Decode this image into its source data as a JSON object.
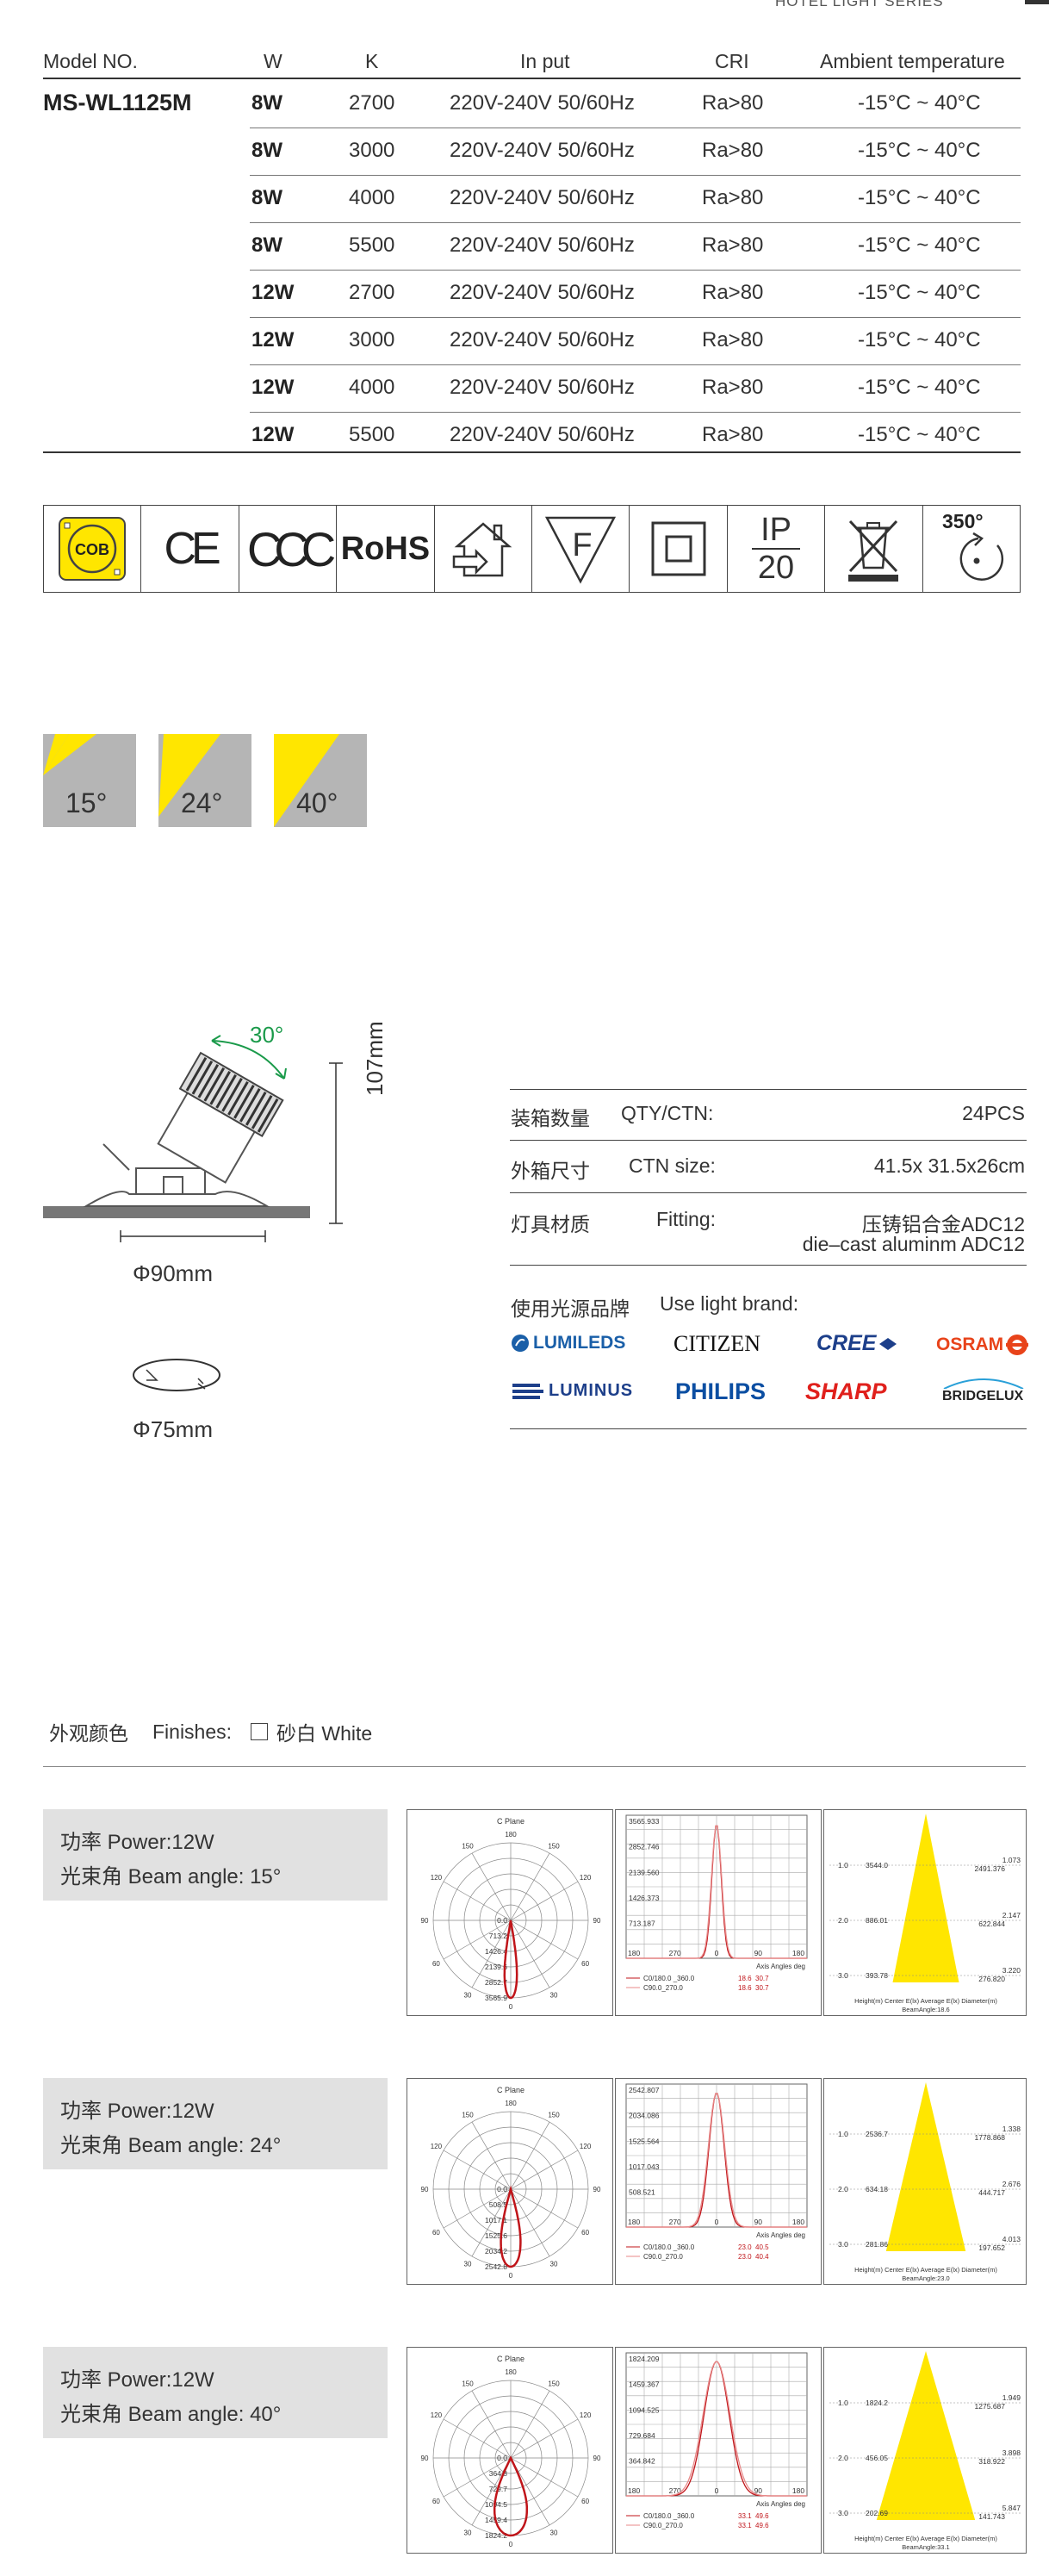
{
  "header": {
    "series": "HOTEL LIGHT SERIES"
  },
  "spec_table": {
    "columns": [
      "Model NO.",
      "W",
      "K",
      "In put",
      "CRI",
      "Ambient temperature"
    ],
    "model": "MS-WL1125M",
    "rows": [
      {
        "w": "8W",
        "k": "2700",
        "input": "220V-240V 50/60Hz",
        "cri": "Ra>80",
        "ambient": "-15°C ~ 40°C"
      },
      {
        "w": "8W",
        "k": "3000",
        "input": "220V-240V 50/60Hz",
        "cri": "Ra>80",
        "ambient": "-15°C ~ 40°C"
      },
      {
        "w": "8W",
        "k": "4000",
        "input": "220V-240V 50/60Hz",
        "cri": "Ra>80",
        "ambient": "-15°C ~ 40°C"
      },
      {
        "w": "8W",
        "k": "5500",
        "input": "220V-240V 50/60Hz",
        "cri": "Ra>80",
        "ambient": "-15°C ~ 40°C"
      },
      {
        "w": "12W",
        "k": "2700",
        "input": "220V-240V 50/60Hz",
        "cri": "Ra>80",
        "ambient": "-15°C ~ 40°C"
      },
      {
        "w": "12W",
        "k": "3000",
        "input": "220V-240V 50/60Hz",
        "cri": "Ra>80",
        "ambient": "-15°C ~ 40°C"
      },
      {
        "w": "12W",
        "k": "4000",
        "input": "220V-240V 50/60Hz",
        "cri": "Ra>80",
        "ambient": "-15°C ~ 40°C"
      },
      {
        "w": "12W",
        "k": "5500",
        "input": "220V-240V 50/60Hz",
        "cri": "Ra>80",
        "ambient": "-15°C ~ 40°C"
      }
    ]
  },
  "certs": {
    "cob": "COB",
    "ce": "CE",
    "ccc": "CCC",
    "rohs": "RoHS",
    "f_mark": "F",
    "ip_top": "IP",
    "ip_bottom": "20",
    "rotation": "350°",
    "icons": [
      "cob-chip-icon",
      "ce-mark-icon",
      "ccc-mark-icon",
      "rohs-icon",
      "indoor-use-icon",
      "f-mark-icon",
      "class-ii-icon",
      "ip20-icon",
      "weee-bin-icon",
      "rotation-350-icon"
    ],
    "accent_yellow": "#ffe600"
  },
  "beam_angles": [
    "15°",
    "24°",
    "40°"
  ],
  "dimensions": {
    "tilt": "30°",
    "height": "107mm",
    "outer_dia": "Φ90mm",
    "cutout_dia": "Φ75mm",
    "tilt_color": "#1a9a4a"
  },
  "packing": {
    "qty_cn": "装箱数量",
    "qty_en": "QTY/CTN:",
    "qty_val": "24PCS",
    "ctn_cn": "外箱尺寸",
    "ctn_en": "CTN size:",
    "ctn_val": "41.5x 31.5x26cm",
    "fit_cn": "灯具材质",
    "fit_en": "Fitting:",
    "fit_val_cn": "压铸铝合金ADC12",
    "fit_val_en": "die–cast aluminm ADC12",
    "brand_cn": "使用光源品牌",
    "brand_en": "Use light brand:",
    "brands": [
      "LUMILEDS",
      "CITIZEN",
      "CREE",
      "OSRAM",
      "LUMINUS",
      "PHILIPS",
      "SHARP",
      "BRIDGELUX"
    ]
  },
  "finishes": {
    "cn": "外观颜色",
    "en": "Finishes:",
    "option": "砂白 White"
  },
  "photometrics": [
    {
      "power": "功率 Power:12W",
      "beam": "光束角 Beam angle: 15°",
      "polar": {
        "plane": "C Plane",
        "angles": [
          "180",
          "150",
          "120",
          "90",
          "60",
          "30",
          "0",
          "30",
          "60",
          "90",
          "120",
          "150"
        ],
        "rings": [
          "0.0",
          "713.2",
          "1426.4",
          "2139.6",
          "2852.7",
          "3565.9"
        ],
        "beam_deg": 15
      },
      "linear": {
        "yticks": [
          "3565.933",
          "2852.746",
          "2139.560",
          "1426.373",
          "713.187"
        ],
        "xticks": [
          "180",
          "270",
          "0",
          "90",
          "180"
        ],
        "axis": "Axis Angles  deg",
        "legend": [
          [
            "C0/180.0 _360.0",
            "18.6",
            "30.7"
          ],
          [
            "C90.0_270.0",
            "18.6",
            "30.7"
          ]
        ],
        "beam_deg": 15
      },
      "cone": {
        "rows": [
          {
            "h": "1.0",
            "e": "3544.0",
            "d": "1.073",
            "avg": "2491.376"
          },
          {
            "h": "2.0",
            "e": "886.01",
            "d": "2.147",
            "avg": "622.844"
          },
          {
            "h": "3.0",
            "e": "393.78",
            "d": "3.220",
            "avg": "276.820"
          }
        ],
        "footer": "Height(m) Center E(lx)    Average E(lx) Diameter(m)",
        "beam_label": "BeamAngle:18.6",
        "half_width": 0.35
      }
    },
    {
      "power": "功率 Power:12W",
      "beam": "光束角 Beam angle: 24°",
      "polar": {
        "plane": "C Plane",
        "angles": [
          "180",
          "150",
          "120",
          "90",
          "60",
          "30",
          "0",
          "30",
          "60",
          "90",
          "120",
          "150"
        ],
        "rings": [
          "0.0",
          "508.5",
          "1017.1",
          "1525.6",
          "2034.2",
          "2542.8"
        ],
        "beam_deg": 24
      },
      "linear": {
        "yticks": [
          "2542.807",
          "2034.086",
          "1525.564",
          "1017.043",
          "508.521"
        ],
        "xticks": [
          "180",
          "270",
          "0",
          "90",
          "180"
        ],
        "axis": "Axis Angles  deg",
        "legend": [
          [
            "C0/180.0 _360.0",
            "23.0",
            "40.5"
          ],
          [
            "C90.0_270.0",
            "23.0",
            "40.4"
          ]
        ],
        "beam_deg": 24
      },
      "cone": {
        "rows": [
          {
            "h": "1.0",
            "e": "2536.7",
            "d": "1.338",
            "avg": "1778.868"
          },
          {
            "h": "2.0",
            "e": "634.18",
            "d": "2.676",
            "avg": "444.717"
          },
          {
            "h": "3.0",
            "e": "281.86",
            "d": "4.013",
            "avg": "197.652"
          }
        ],
        "footer": "Height(m) Center E(lx)    Average E(lx) Diameter(m)",
        "beam_label": "BeamAngle:23.0",
        "half_width": 0.42
      }
    },
    {
      "power": "功率 Power:12W",
      "beam": "光束角 Beam angle: 40°",
      "polar": {
        "plane": "C Plane",
        "angles": [
          "180",
          "150",
          "120",
          "90",
          "60",
          "30",
          "0",
          "30",
          "60",
          "90",
          "120",
          "150"
        ],
        "rings": [
          "0.0",
          "364.8",
          "729.7",
          "1094.5",
          "1459.4",
          "1824.2"
        ],
        "beam_deg": 40
      },
      "linear": {
        "yticks": [
          "1824.209",
          "1459.367",
          "1094.525",
          "729.684",
          "364.842"
        ],
        "xticks": [
          "180",
          "270",
          "0",
          "90",
          "180"
        ],
        "axis": "Axis Angles  deg",
        "legend": [
          [
            "C0/180.0 _360.0",
            "33.1",
            "49.6"
          ],
          [
            "C90.0_270.0",
            "33.1",
            "49.6"
          ]
        ],
        "beam_deg": 40
      },
      "cone": {
        "rows": [
          {
            "h": "1.0",
            "e": "1824.2",
            "d": "1.949",
            "avg": "1275.687"
          },
          {
            "h": "2.0",
            "e": "456.05",
            "d": "3.898",
            "avg": "318.922"
          },
          {
            "h": "3.0",
            "e": "202.69",
            "d": "5.847",
            "avg": "141.743"
          }
        ],
        "footer": "Height(m) Center E(lx)    Average E(lx) Diameter(m)",
        "beam_label": "BeamAngle:33.1",
        "half_width": 0.52
      }
    }
  ]
}
